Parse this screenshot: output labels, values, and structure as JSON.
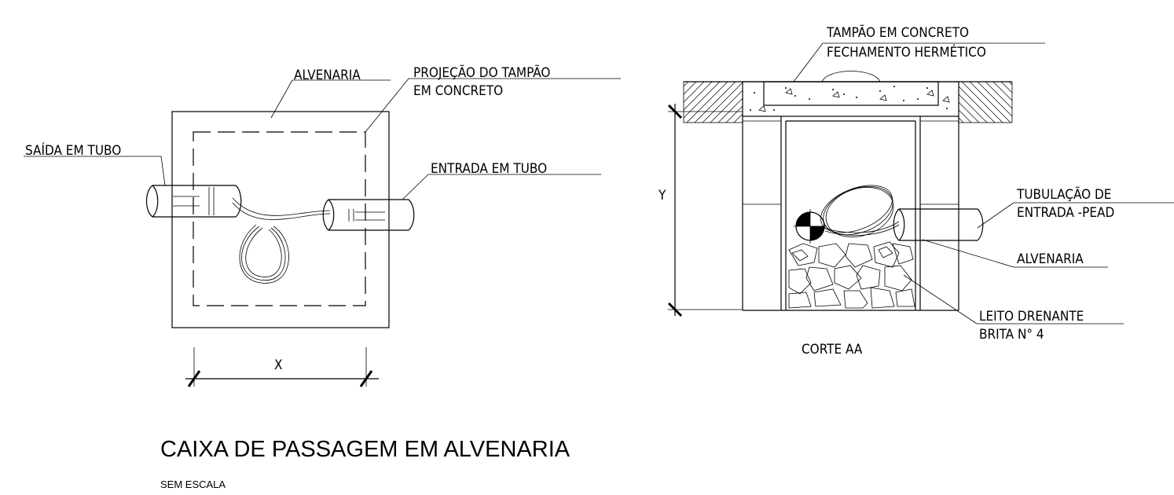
{
  "drawing": {
    "title": "CAIXA DE PASSAGEM EM ALVENARIA",
    "scale_note": "SEM ESCALA"
  },
  "plan_view": {
    "label_alvenaria": "ALVENARIA",
    "label_projecao_line1": "PROJEÇÃO DO TAMPÃO",
    "label_projecao_line2": "EM CONCRETO",
    "label_saida": "SAÍDA EM TUBO",
    "label_entrada": "ENTRADA EM TUBO",
    "dimension_x": "X"
  },
  "section_view": {
    "label_tampao_line1": "TAMPÃO EM CONCRETO",
    "label_tampao_line2": "FECHAMENTO HERMÉTICO",
    "label_tubulacao_line1": "TUBULAÇÃO DE",
    "label_tubulacao_line2": "ENTRADA  -PEAD",
    "label_alvenaria": "ALVENARIA",
    "label_leito_line1": "LEITO DRENANTE",
    "label_leito_line2": "BRITA N° 4",
    "dimension_y": "Y",
    "section_name": "CORTE AA"
  }
}
